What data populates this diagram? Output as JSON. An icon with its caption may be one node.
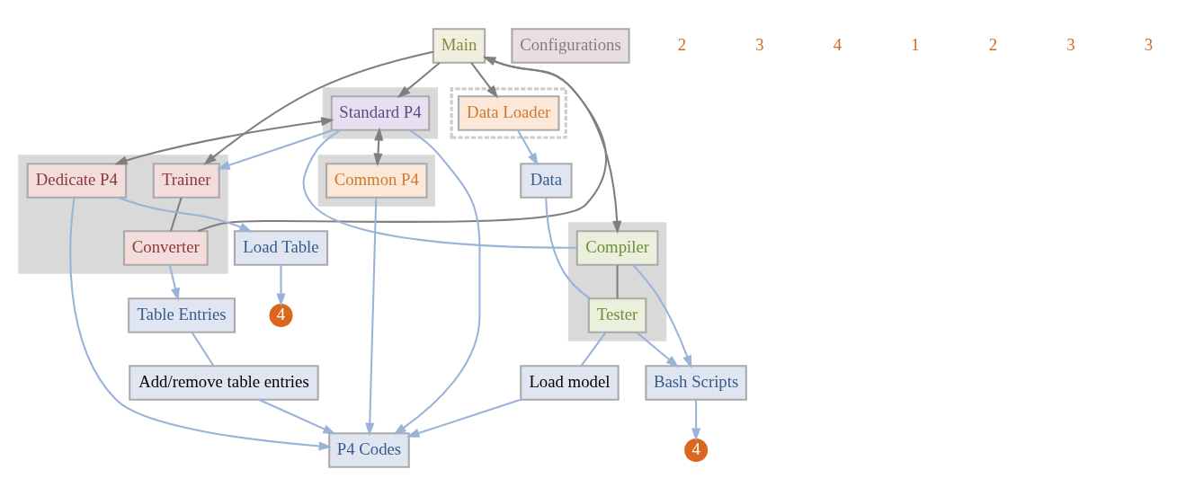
{
  "diagram": {
    "nodes": [
      {
        "text": [
          "Main"
        ]
      },
      {
        "text": [
          "Configurations"
        ]
      },
      {
        "text": [],
        "shape": "box"
      },
      {
        "text": [
          "Trainer"
        ],
        "in": 2
      },
      {
        "text": [
          "Converter"
        ],
        "in": 2
      },
      {
        "text": [
          "Dedicate P4"
        ],
        "in": 2
      },
      {
        "text": [],
        "shape": "box"
      },
      {
        "text": [
          "Standard P4"
        ],
        "in": 6
      },
      {
        "text": [],
        "shape": "box"
      },
      {
        "text": [
          "Common P4"
        ],
        "in": 8
      },
      {
        "text": [],
        "shape": "box"
      },
      {
        "text": [
          "Compiler"
        ],
        "in": 10
      },
      {
        "text": [
          "Tester"
        ],
        "in": 10
      },
      {
        "text": [],
        "shape": "box"
      },
      {
        "text": [
          "Data Loader"
        ],
        "in": 13
      },
      {
        "text": [
          "Data"
        ]
      },
      {
        "text": [
          "Load model"
        ]
      },
      {
        "text": [
          "Bash Scripts"
        ]
      },
      {
        "text": [
          "Table Entries"
        ]
      },
      {
        "text": [
          "P4 Codes"
        ]
      },
      {
        "text": [
          "Load Table"
        ]
      },
      {
        "text": [
          "Add/remove table entries"
        ]
      },
      {
        "text": [
          "4"
        ]
      },
      {
        "text": [
          "4"
        ]
      }
    ],
    "edges": [
      {
        "from": 0,
        "to": 3,
        "arrow": "to",
        "color": "#7f7f7f"
      },
      {
        "from": 4,
        "to": 0,
        "arrow": "to",
        "color": "#7f7f7f"
      },
      {
        "from": 0,
        "to": 7,
        "arrow": "to",
        "color": "#7f7f7f"
      },
      {
        "from": 0,
        "to": 11,
        "arrow": "to",
        "color": "#7f7f7f"
      },
      {
        "from": 0,
        "to": 14,
        "arrow": "to",
        "color": "#7f7f7f"
      },
      {
        "from": 3,
        "to": 4,
        "arrow": "none",
        "color": "#7f7f7f"
      },
      {
        "from": 7,
        "to": 5,
        "arrow": "both",
        "color": "#7f7f7f"
      },
      {
        "from": 7,
        "to": 9,
        "arrow": "both",
        "color": "#7f7f7f"
      },
      {
        "from": 11,
        "to": 12,
        "arrow": "none",
        "color": "#7f7f7f"
      },
      {
        "from": 7,
        "to": 3,
        "arrow": "to"
      },
      {
        "from": 7,
        "to": 11,
        "arrow": "none"
      },
      {
        "from": 11,
        "to": 17,
        "arrow": "to"
      },
      {
        "from": 12,
        "to": 17,
        "arrow": "to"
      },
      {
        "from": 12,
        "to": 15,
        "arrow": "none"
      },
      {
        "from": 14,
        "to": 15,
        "arrow": "to"
      },
      {
        "from": 17,
        "to": 22,
        "arrow": "to"
      },
      {
        "from": 4,
        "to": 18,
        "arrow": "to"
      },
      {
        "from": 5,
        "to": 19,
        "arrow": "to"
      },
      {
        "from": 5,
        "to": 20,
        "arrow": "to"
      },
      {
        "from": 7,
        "to": 19,
        "arrow": "to"
      },
      {
        "from": 9,
        "to": 19,
        "arrow": "to"
      },
      {
        "from": 12,
        "to": 16,
        "arrow": "none"
      },
      {
        "from": 16,
        "to": 19,
        "arrow": "to"
      },
      {
        "from": 18,
        "to": 21,
        "arrow": "none"
      },
      {
        "from": 21,
        "to": 19,
        "arrow": "to"
      },
      {
        "from": 20,
        "to": 23,
        "arrow": "to"
      }
    ],
    "labels": [
      "2",
      "3",
      "4",
      "1",
      "2",
      "3",
      "3"
    ]
  }
}
